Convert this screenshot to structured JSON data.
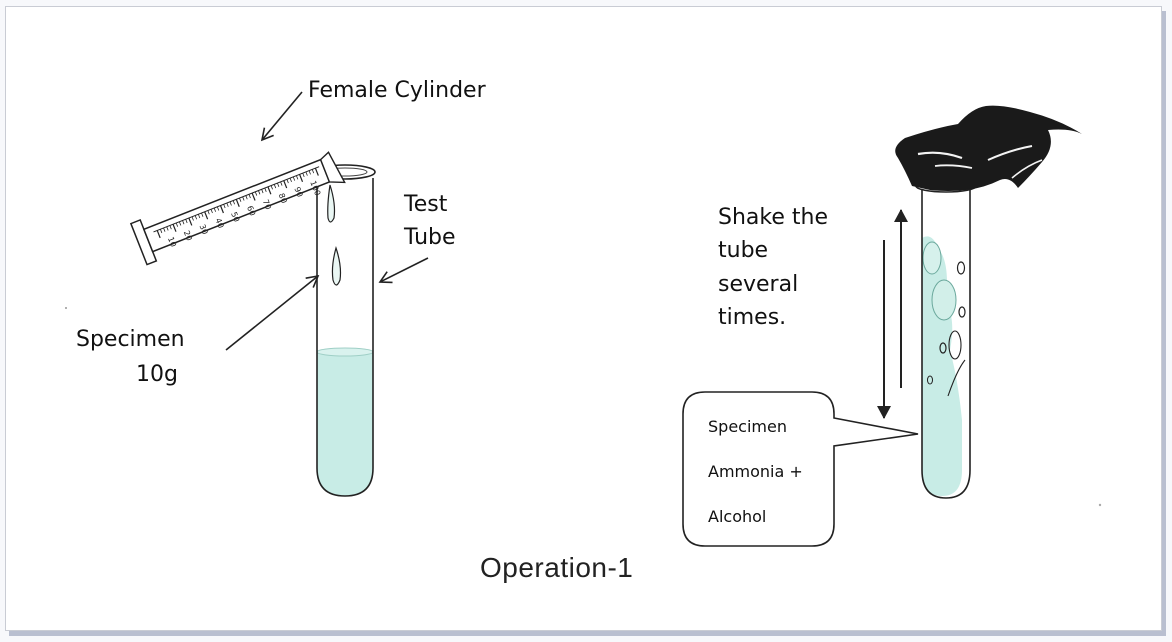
{
  "diagram": {
    "caption": "Operation-1",
    "left": {
      "cylinder_label": "Female    Cylinder",
      "tube_label_line1": "Test",
      "tube_label_line2": "Tube",
      "specimen_label_line1": "Specimen",
      "specimen_label_line2": "10g",
      "cylinder_ticks": [
        "10",
        "20",
        "30",
        "40",
        "50",
        "60",
        "70",
        "80",
        "90",
        "100"
      ]
    },
    "right": {
      "instruction_line1": "Shake the",
      "instruction_line2": "tube",
      "instruction_line3": "several",
      "instruction_line4": "times.",
      "bubble_line1": "Specimen",
      "bubble_line2": "Ammonia +",
      "bubble_line3": "Alcohol"
    },
    "colors": {
      "liquid": "#c8ece6",
      "liquid_edge": "#a9d8cf",
      "line": "#222222",
      "hand": "#1a1a1a"
    }
  }
}
